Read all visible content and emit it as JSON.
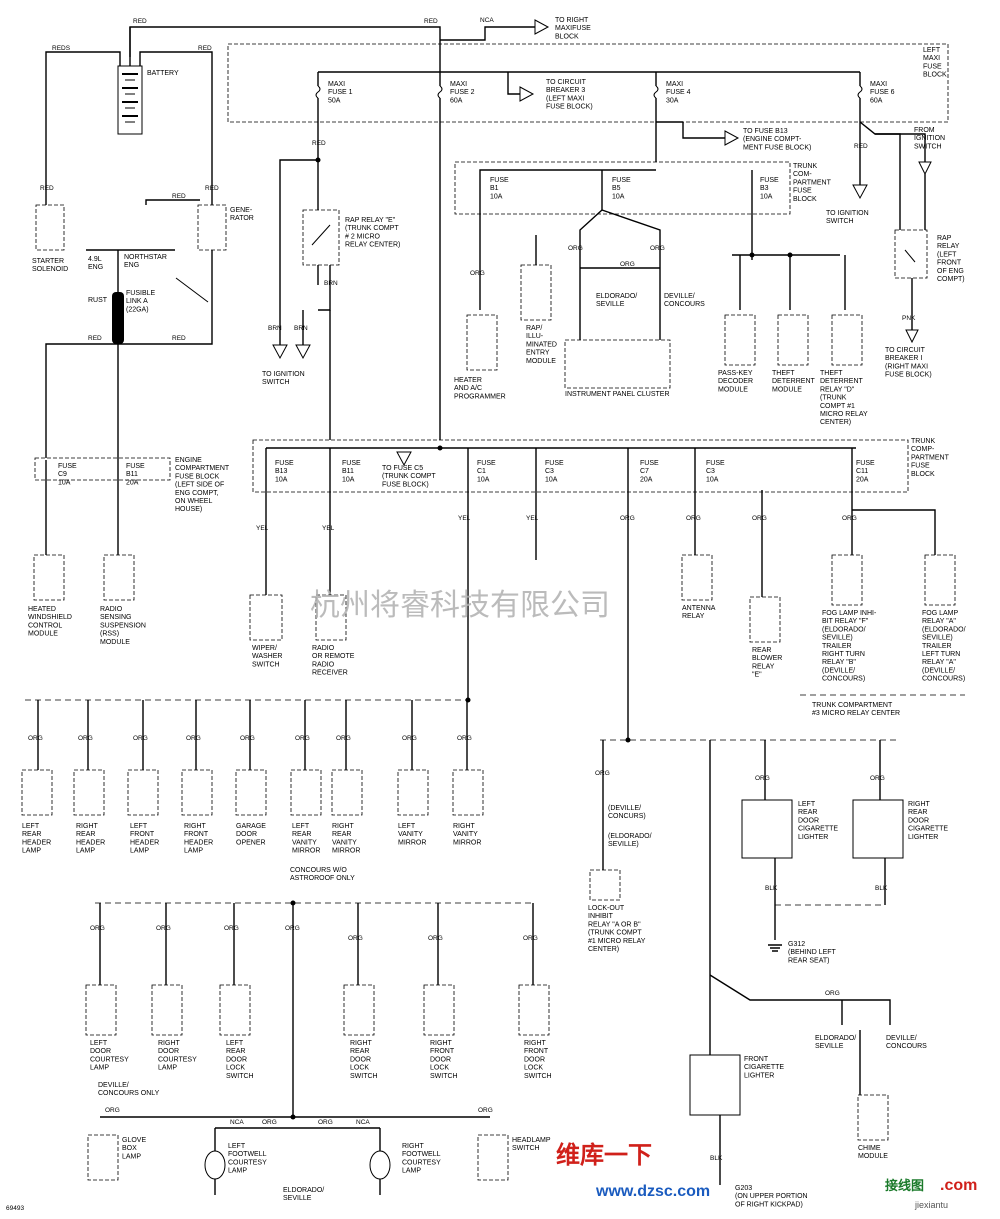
{
  "labels": {
    "red": "RED",
    "reds": "REDS",
    "nca": "NCA",
    "org": "ORG",
    "yel": "YEL",
    "brn": "BRN",
    "blk": "BLK",
    "pnk": "PNK",
    "battery": "BATTERY",
    "to_right_maxifuse": "TO RIGHT\nMAXIFUSE\nBLOCK",
    "left_maxi_fuse_block": "LEFT\nMAXI\nFUSE\nBLOCK",
    "maxi_fuse_1": "MAXI\nFUSE 1\n50A",
    "maxi_fuse_2": "MAXI\nFUSE 2\n60A",
    "maxi_fuse_4": "MAXI\nFUSE 4\n30A",
    "maxi_fuse_6": "MAXI\nFUSE 6\n60A",
    "to_circuit_breaker_3": "TO CIRCUIT\nBREAKER 3\n(LEFT MAXI\nFUSE BLOCK)",
    "to_fuse_b13": "TO FUSE B13\n(ENGINE COMPT-\nMENT FUSE BLOCK)",
    "from_ignition_switch": "FROM\nIGNITION\nSWITCH",
    "to_ignition_switch_e": "TO IGNITION\nSWITCH",
    "generator": "GENE-\nRATOR",
    "starter_solenoid": "STARTER\nSOLENOID",
    "eng_491": "4.9L\nENG",
    "northstar_eng": "NORTHSTAR\nENG",
    "rust": "RUST",
    "fusible_link": "FUSIBLE\nLINK A\n(22GA)",
    "rap_relay_e": "RAP RELAY \"E\"\n(TRUNK COMPT\n# 2 MICRO\nRELAY CENTER)",
    "to_ignition_switch": "TO IGNITION\nSWITCH",
    "trunk_fuse_block_top": "TRUNK\nCOM-\nPARTMENT\nFUSE\nBLOCK",
    "fuse_b1": "FUSE\nB1\n10A",
    "fuse_b5": "FUSE\nB5\n10A",
    "fuse_b3": "FUSE\nB3\n10A",
    "heater_ac": "HEATER\nAND A/C\nPROGRAMMER",
    "rap_module": "RAP/\nILLU-\nMINATED\nENTRY\nMODULE",
    "eldorado_seville": "ELDORADO/\nSEVILLE",
    "deville_concours": "DEVILLE/\nCONCOURS",
    "instrument_panel_cluster": "INSTRUMENT PANEL CLUSTER",
    "pass_key": "PASS-KEY\nDECODER\nMODULE",
    "theft_module": "THEFT\nDETERRENT\nMODULE",
    "theft_relay": "THEFT\nDETERRENT\nRELAY \"D\"\n(TRUNK\nCOMPT #1\nMICRO RELAY\nCENTER)",
    "rap_relay_right": "RAP\nRELAY\n(LEFT\nFRONT\nOF ENG\nCOMPT)",
    "to_circuit_breaker_1": "TO CIRCUIT\nBREAKER I\n(RIGHT MAXI\nFUSE BLOCK)",
    "engine_comp_fuse_block": "ENGINE\nCOMPARTMENT\nFUSE BLOCK\n(LEFT SIDE OF\nENG COMPT,\nON WHEEL\nHOUSE)",
    "fuse_c9": "FUSE\nC9\n10A",
    "fuse_b11_20": "FUSE\nB11\n20A",
    "trunk_fuse_block_mid": "TRUNK\nCOMP-\nPARTMENT\nFUSE\nBLOCK",
    "fuse_b13": "FUSE\nB13\n10A",
    "fuse_b11": "FUSE\nB11\n10A",
    "to_fuse_c5": "TO FUSE C5\n(TRUNK COMPT\nFUSE BLOCK)",
    "fuse_c1": "FUSE\nC1\n10A",
    "fuse_c3": "FUSE\nC3\n10A",
    "fuse_c7": "FUSE\nC7\n20A",
    "fuse_c3b": "FUSE\nC3\n10A",
    "fuse_c11": "FUSE\nC11\n20A",
    "heated_windshield": "HEATED\nWINDSHIELD\nCONTROL\nMODULE",
    "radio_sensing": "RADIO\nSENSING\nSUSPENSION\n(RSS)\nMODULE",
    "wiper_washer": "WIPER/\nWASHER\nSWITCH",
    "radio_receiver": "RADIO\nOR REMOTE\nRADIO\nRECEIVER",
    "antenna_relay": "ANTENNA\nRELAY",
    "rear_blower": "REAR\nBLOWER\nRELAY\n\"E\"",
    "foglamp_f": "FOG LAMP INHI-\nBIT RELAY \"F\"\n(ELDORADO/\nSEVILLE)\nTRAILER\nRIGHT TURN\nRELAY \"B\"\n(DEVILLE/\nCONCOURS)",
    "foglamp_a": "FOG LAMP\nRELAY \"A\"\n(ELDORADO/\nSEVILLE)\nTRAILER\nLEFT TURN\nRELAY \"A\"\n(DEVILLE/\nCONCOURS)",
    "trunk_micro_relay": "TRUNK COMPARTMENT\n#3 MICRO RELAY CENTER",
    "left_rear_header": "LEFT\nREAR\nHEADER\nLAMP",
    "right_rear_header": "RIGHT\nREAR\nHEADER\nLAMP",
    "left_front_header": "LEFT\nFRONT\nHEADER\nLAMP",
    "right_front_header": "RIGHT\nFRONT\nHEADER\nLAMP",
    "garage_door": "GARAGE\nDOOR\nOPENER",
    "left_rear_vanity": "LEFT\nREAR\nVANITY\nMIRROR",
    "right_rear_vanity": "RIGHT\nREAR\nVANITY\nMIRROR",
    "concours_note": "CONCOURS W/O\nASTROROOF ONLY",
    "left_vanity": "LEFT\nVANITY\nMIRROR",
    "right_vanity": "RIGHT\nVANITY\nMIRROR",
    "deville_concurs": "(DEVILLE/\nCONCURS)",
    "eldorado_seville_p": "(ELDORADO/\nSEVILLE)",
    "lockout": "LOCK-OUT\nINHIBIT\nRELAY \"A OR B\"\n(TRUNK COMPT\n#1 MICRO RELAY\nCENTER)",
    "left_rear_cig": "LEFT\nREAR\nDOOR\nCIGARETTE\nLIGHTER",
    "right_rear_cig": "RIGHT\nREAR\nDOOR\nCIGARETTE\nLIGHTER",
    "g312": "G312\n(BEHIND LEFT\nREAR SEAT)",
    "left_door_courtesy": "LEFT\nDOOR\nCOURTESY\nLAMP",
    "right_door_courtesy": "RIGHT\nDOOR\nCOURTESY\nLAMP",
    "left_rear_lock": "LEFT\nREAR\nDOOR\nLOCK\nSWITCH",
    "right_rear_lock": "RIGHT\nREAR\nDOOR\nLOCK\nSWITCH",
    "left_front_lock": "LEFT\nFRONT\nDOOR\nLOCK\nSWITCH",
    "right_front_lock": "RIGHT\nFRONT\nDOOR\nLOCK\nSWITCH",
    "deville_concours_only": "DEVILLE/\nCONCOURS ONLY",
    "front_cig": "FRONT\nCIGARETTE\nLIGHTER",
    "chime": "CHIME\nMODULE",
    "glove_box": "GLOVE\nBOX\nLAMP",
    "left_footwell": "LEFT\nFOOTWELL\nCOURTESY\nLAMP",
    "right_footwell": "RIGHT\nFOOTWELL\nCOURTESY\nLAMP",
    "headlamp_switch": "HEADLAMP\nSWITCH",
    "g203": "G203\n(ON UPPER PORTION\nOF RIGHT KICKPAD)",
    "eldorado_seville_bottom": "ELDORADO/\nSEVILLE",
    "watermark": "杭州将睿科技有限公司",
    "logo_main": "维库一下",
    "logo_url": "www.dzsc.com",
    "logo_right": "接线图",
    "logo_right_url": "jiexiantu",
    "logo_com": ".com",
    "corner_code": "69493"
  }
}
